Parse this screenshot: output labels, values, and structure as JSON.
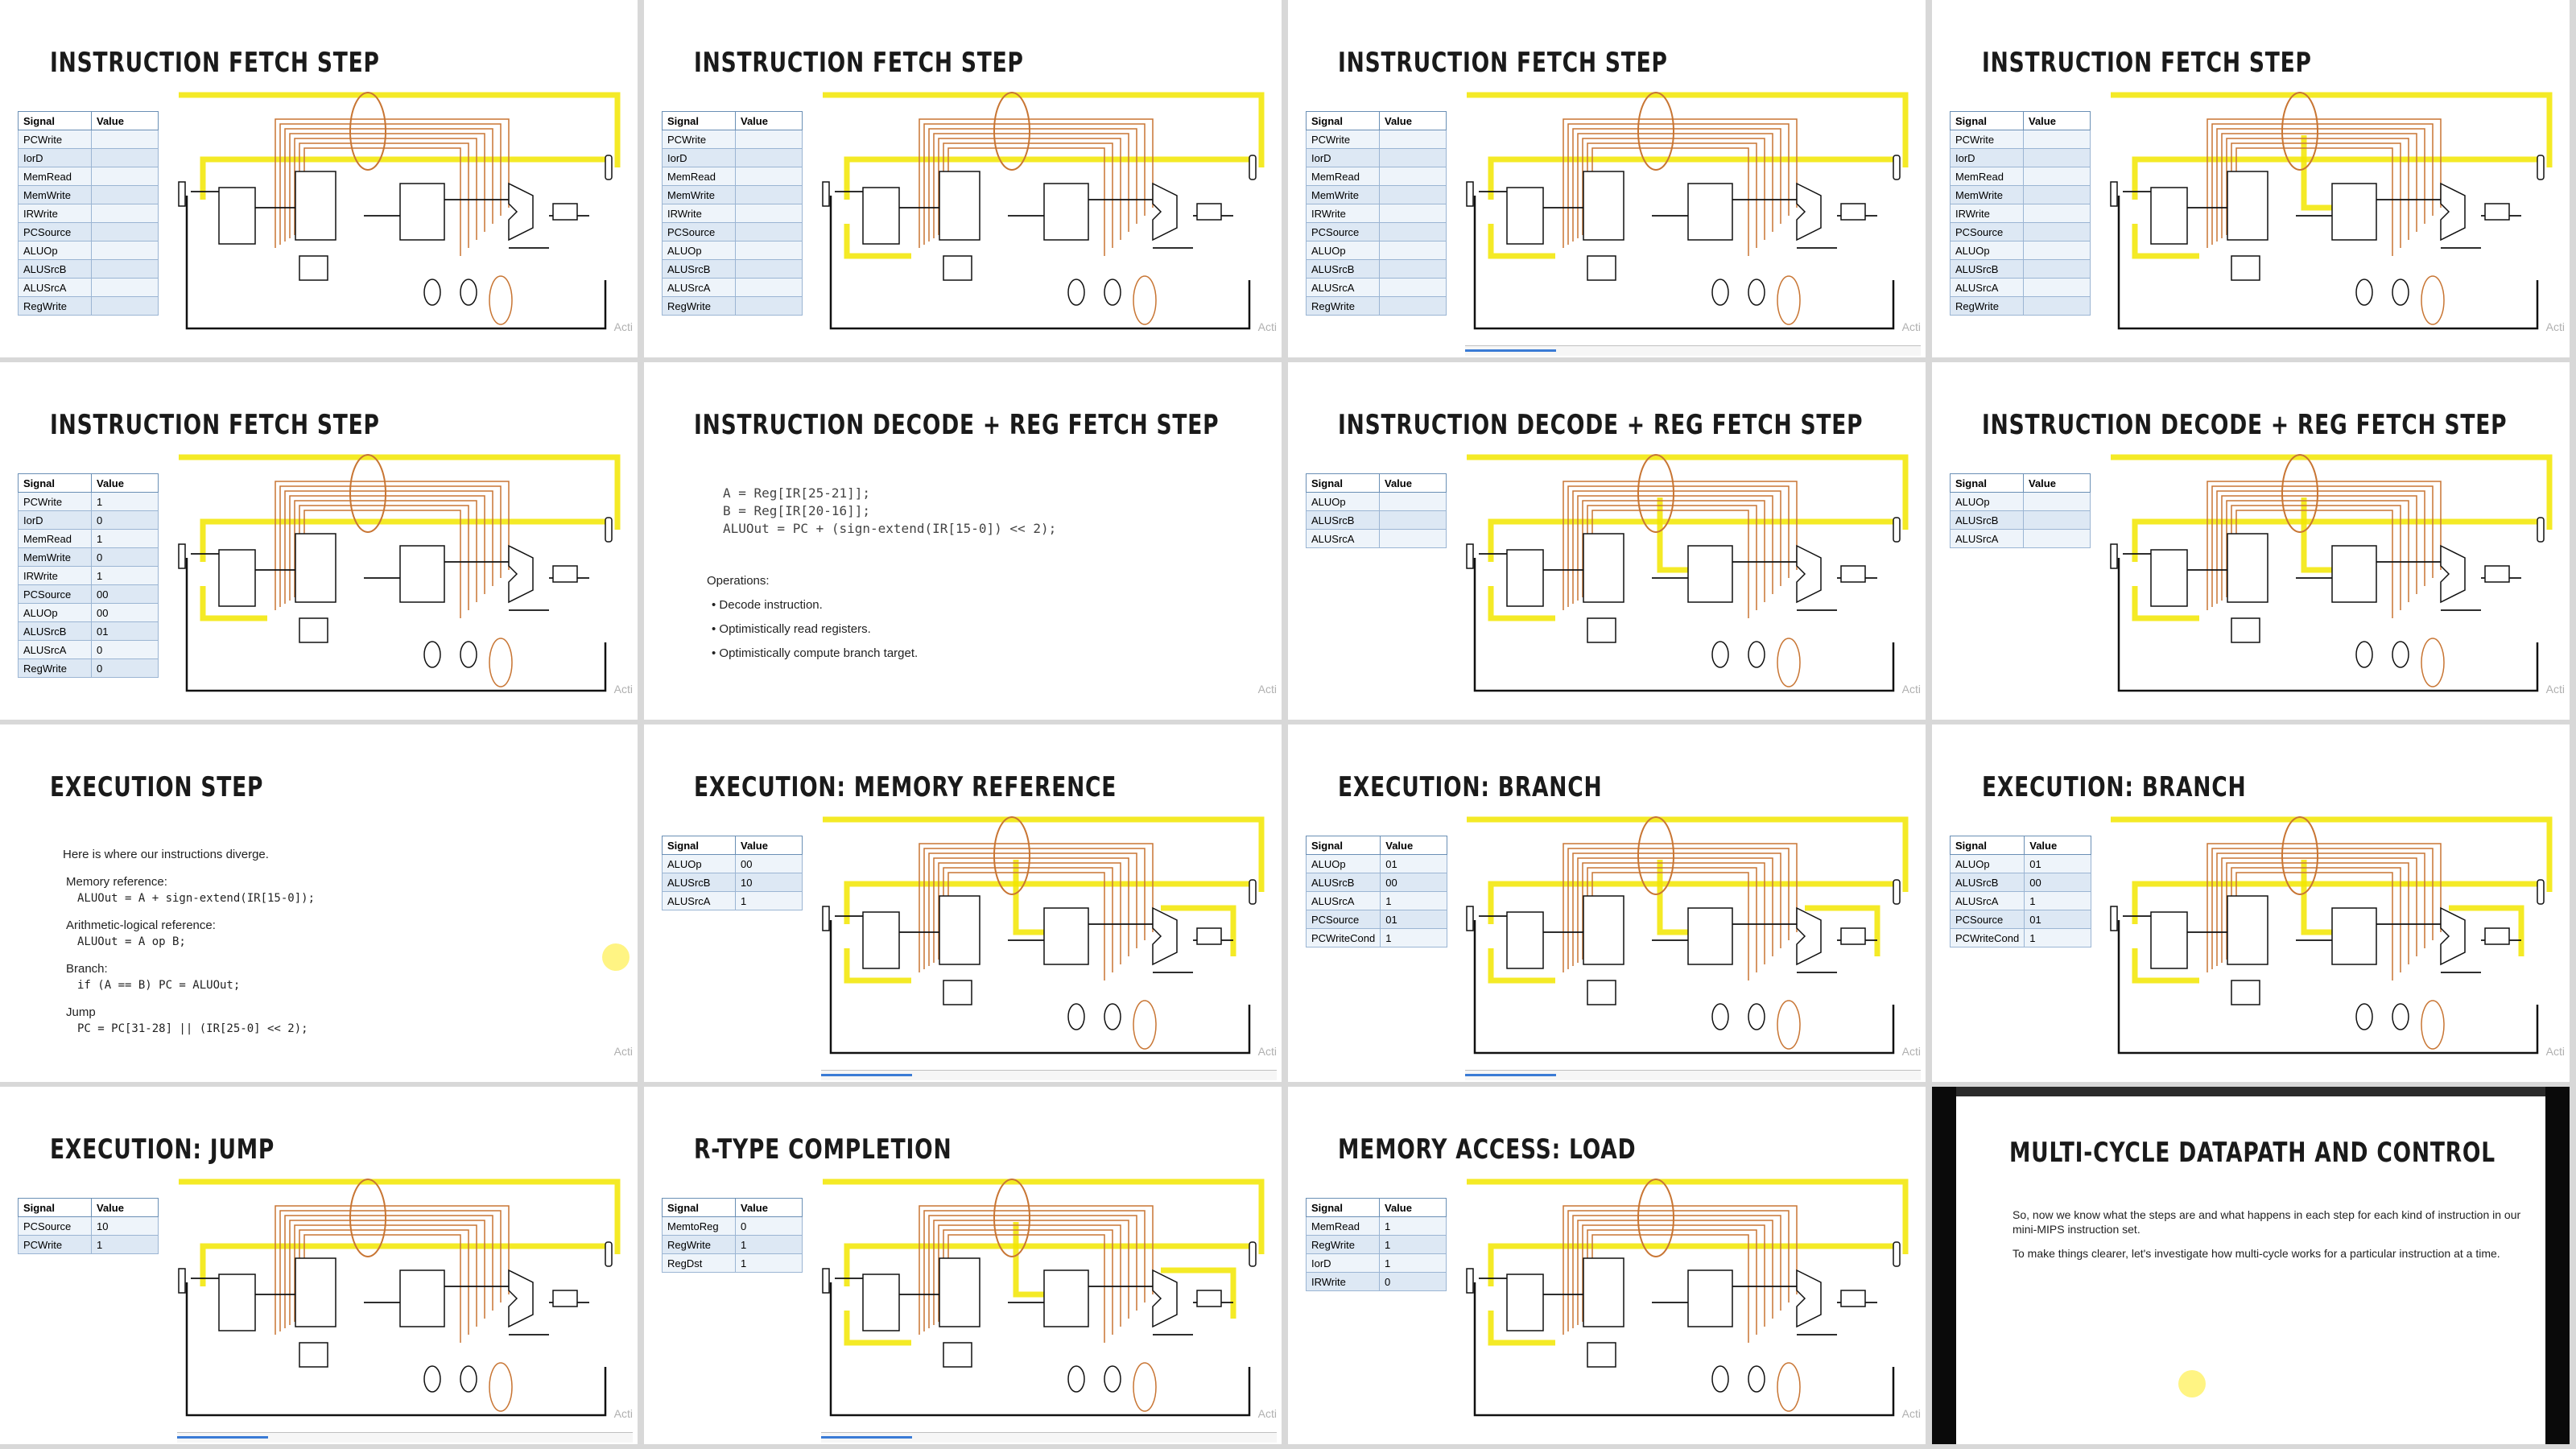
{
  "watermark": "Acti",
  "slides": [
    {
      "title": "INSTRUCTION FETCH STEP",
      "table": {
        "cols": [
          "Signal",
          "Value"
        ],
        "rows": [
          [
            "PCWrite",
            ""
          ],
          [
            "IorD",
            ""
          ],
          [
            "MemRead",
            ""
          ],
          [
            "MemWrite",
            ""
          ],
          [
            "IRWrite",
            ""
          ],
          [
            "PCSource",
            ""
          ],
          [
            "ALUOp",
            ""
          ],
          [
            "ALUSrcB",
            ""
          ],
          [
            "ALUSrcA",
            ""
          ],
          [
            "RegWrite",
            ""
          ]
        ]
      }
    },
    {
      "title": "INSTRUCTION FETCH STEP",
      "table": {
        "cols": [
          "Signal",
          "Value"
        ],
        "rows": [
          [
            "PCWrite",
            ""
          ],
          [
            "IorD",
            ""
          ],
          [
            "MemRead",
            ""
          ],
          [
            "MemWrite",
            ""
          ],
          [
            "IRWrite",
            ""
          ],
          [
            "PCSource",
            ""
          ],
          [
            "ALUOp",
            ""
          ],
          [
            "ALUSrcB",
            ""
          ],
          [
            "ALUSrcA",
            ""
          ],
          [
            "RegWrite",
            ""
          ]
        ]
      }
    },
    {
      "title": "INSTRUCTION FETCH STEP",
      "table": {
        "cols": [
          "Signal",
          "Value"
        ],
        "rows": [
          [
            "PCWrite",
            ""
          ],
          [
            "IorD",
            ""
          ],
          [
            "MemRead",
            ""
          ],
          [
            "MemWrite",
            ""
          ],
          [
            "IRWrite",
            ""
          ],
          [
            "PCSource",
            ""
          ],
          [
            "ALUOp",
            ""
          ],
          [
            "ALUSrcB",
            ""
          ],
          [
            "ALUSrcA",
            ""
          ],
          [
            "RegWrite",
            ""
          ]
        ]
      }
    },
    {
      "title": "INSTRUCTION FETCH STEP",
      "table": {
        "cols": [
          "Signal",
          "Value"
        ],
        "rows": [
          [
            "PCWrite",
            ""
          ],
          [
            "IorD",
            ""
          ],
          [
            "MemRead",
            ""
          ],
          [
            "MemWrite",
            ""
          ],
          [
            "IRWrite",
            ""
          ],
          [
            "PCSource",
            ""
          ],
          [
            "ALUOp",
            ""
          ],
          [
            "ALUSrcB",
            ""
          ],
          [
            "ALUSrcA",
            ""
          ],
          [
            "RegWrite",
            ""
          ]
        ]
      }
    },
    {
      "title": "INSTRUCTION FETCH STEP",
      "table": {
        "cols": [
          "Signal",
          "Value"
        ],
        "rows": [
          [
            "PCWrite",
            "1"
          ],
          [
            "IorD",
            "0"
          ],
          [
            "MemRead",
            "1"
          ],
          [
            "MemWrite",
            "0"
          ],
          [
            "IRWrite",
            "1"
          ],
          [
            "PCSource",
            "00"
          ],
          [
            "ALUOp",
            "00"
          ],
          [
            "ALUSrcB",
            "01"
          ],
          [
            "ALUSrcA",
            "0"
          ],
          [
            "RegWrite",
            "0"
          ]
        ]
      }
    },
    {
      "title": "INSTRUCTION DECODE + REG FETCH STEP",
      "code": "A = Reg[IR[25-21]];\nB = Reg[IR[20-16]];\nALUOut = PC + (sign-extend(IR[15-0]) << 2);",
      "ops": {
        "head": "Operations:",
        "items": [
          "Decode instruction.",
          "Optimistically read registers.",
          "Optimistically compute branch target."
        ]
      }
    },
    {
      "title": "INSTRUCTION DECODE + REG FETCH STEP",
      "table": {
        "cols": [
          "Signal",
          "Value"
        ],
        "rows": [
          [
            "ALUOp",
            ""
          ],
          [
            "ALUSrcB",
            ""
          ],
          [
            "ALUSrcA",
            ""
          ]
        ]
      }
    },
    {
      "title": "INSTRUCTION DECODE + REG FETCH STEP",
      "table": {
        "cols": [
          "Signal",
          "Value"
        ],
        "rows": [
          [
            "ALUOp",
            ""
          ],
          [
            "ALUSrcB",
            ""
          ],
          [
            "ALUSrcA",
            ""
          ]
        ]
      }
    },
    {
      "title": "EXECUTION STEP",
      "intro": "Here is where our instructions diverge.",
      "groups": [
        {
          "head": "Memory reference:",
          "code": "ALUOut = A + sign-extend(IR[15-0]);"
        },
        {
          "head": "Arithmetic-logical reference:",
          "code": "ALUOut = A op B;"
        },
        {
          "head": "Branch:",
          "code": "if (A == B) PC = ALUOut;"
        },
        {
          "head": "Jump",
          "code": "PC = PC[31-28] || (IR[25-0] << 2);"
        }
      ]
    },
    {
      "title": "EXECUTION: MEMORY REFERENCE",
      "table": {
        "cols": [
          "Signal",
          "Value"
        ],
        "rows": [
          [
            "ALUOp",
            "00"
          ],
          [
            "ALUSrcB",
            "10"
          ],
          [
            "ALUSrcA",
            "1"
          ]
        ]
      }
    },
    {
      "title": "EXECUTION: BRANCH",
      "table": {
        "cols": [
          "Signal",
          "Value"
        ],
        "rows": [
          [
            "ALUOp",
            "01"
          ],
          [
            "ALUSrcB",
            "00"
          ],
          [
            "ALUSrcA",
            "1"
          ],
          [
            "PCSource",
            "01"
          ],
          [
            "PCWriteCond",
            "1"
          ]
        ]
      }
    },
    {
      "title": "EXECUTION: BRANCH",
      "table": {
        "cols": [
          "Signal",
          "Value"
        ],
        "rows": [
          [
            "ALUOp",
            "01"
          ],
          [
            "ALUSrcB",
            "00"
          ],
          [
            "ALUSrcA",
            "1"
          ],
          [
            "PCSource",
            "01"
          ],
          [
            "PCWriteCond",
            "1"
          ]
        ]
      }
    },
    {
      "title": "EXECUTION: JUMP",
      "table": {
        "cols": [
          "Signal",
          "Value"
        ],
        "rows": [
          [
            "PCSource",
            "10"
          ],
          [
            "PCWrite",
            "1"
          ]
        ]
      }
    },
    {
      "title": "R-TYPE COMPLETION",
      "table": {
        "cols": [
          "Signal",
          "Value"
        ],
        "rows": [
          [
            "MemtoReg",
            "0"
          ],
          [
            "RegWrite",
            "1"
          ],
          [
            "RegDst",
            "1"
          ]
        ]
      }
    },
    {
      "title": "MEMORY ACCESS: LOAD",
      "table": {
        "cols": [
          "Signal",
          "Value"
        ],
        "rows": [
          [
            "MemRead",
            "1"
          ],
          [
            "RegWrite",
            "1"
          ],
          [
            "IorD",
            "1"
          ],
          [
            "IRWrite",
            "0"
          ]
        ]
      }
    },
    {
      "title": "MULTI-CYCLE DATAPATH AND CONTROL",
      "paras": [
        "So, now we know what the steps are and what happens in each step for each kind of instruction in our mini-MIPS instruction set.",
        "To make things clearer, let's investigate how multi-cycle works for a particular instruction at a time."
      ]
    }
  ],
  "colors": {
    "highlight": "#f2e600",
    "control": "#c87533",
    "wire": "#111111"
  }
}
